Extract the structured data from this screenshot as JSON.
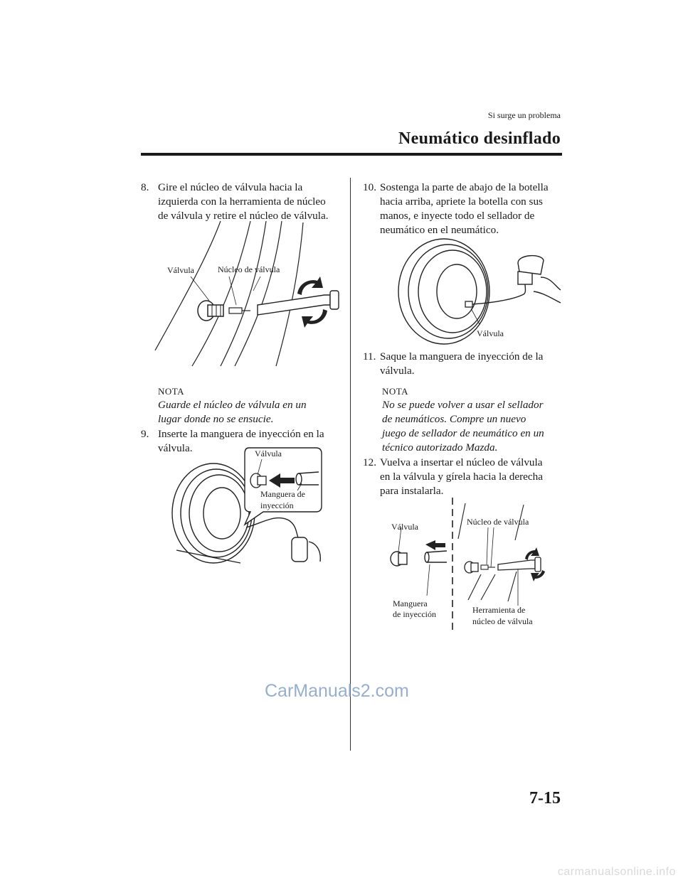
{
  "header": {
    "section_label": "Si surge un problema",
    "title": "Neumático desinflado"
  },
  "left": {
    "step8": {
      "num": "8.",
      "lines": [
        "Gire el núcleo de válvula hacia la",
        "izquierda con la herramienta de núcleo",
        "de válvula y retire el núcleo de válvula."
      ]
    },
    "fig1": {
      "label_valve": "Válvula",
      "label_core": "Núcleo de válvula"
    },
    "note1": {
      "head": "NOTA",
      "lines": [
        "Guarde el núcleo de válvula en un",
        "lugar donde no se ensucie."
      ]
    },
    "step9": {
      "num": "9.",
      "lines": [
        "Inserte la manguera de inyección en la",
        "válvula."
      ]
    },
    "fig2": {
      "label_valve": "Válvula",
      "label_hose_1": "Manguera de",
      "label_hose_2": "inyección"
    }
  },
  "right": {
    "step10": {
      "num": "10.",
      "lines": [
        "Sostenga la parte de abajo de la botella",
        "hacia arriba, apriete la botella con sus",
        "manos, e inyecte todo el sellador de",
        "neumático en el neumático."
      ]
    },
    "fig3": {
      "label_valve": "Válvula"
    },
    "step11": {
      "num": "11.",
      "lines": [
        "Saque la manguera de inyección de la",
        "válvula."
      ]
    },
    "note2": {
      "head": "NOTA",
      "lines": [
        "No se puede volver a usar el sellador",
        "de neumáticos. Compre un nuevo",
        "juego de sellador de neumático en un",
        "técnico autorizado Mazda."
      ]
    },
    "step12": {
      "num": "12.",
      "lines": [
        "Vuelva a insertar el núcleo de válvula",
        "en la válvula y gírela hacia la derecha",
        "para instalarla."
      ]
    },
    "fig4": {
      "label_valve": "Válvula",
      "label_core": "Núcleo de válvula",
      "label_hose_1": "Manguera",
      "label_hose_2": "de inyección",
      "label_tool_1": "Herramienta de",
      "label_tool_2": "núcleo de válvula"
    }
  },
  "footer": {
    "watermark": "CarManuals2.com",
    "page_number": "7-15",
    "site_mark": "carmanualsonline.info"
  }
}
